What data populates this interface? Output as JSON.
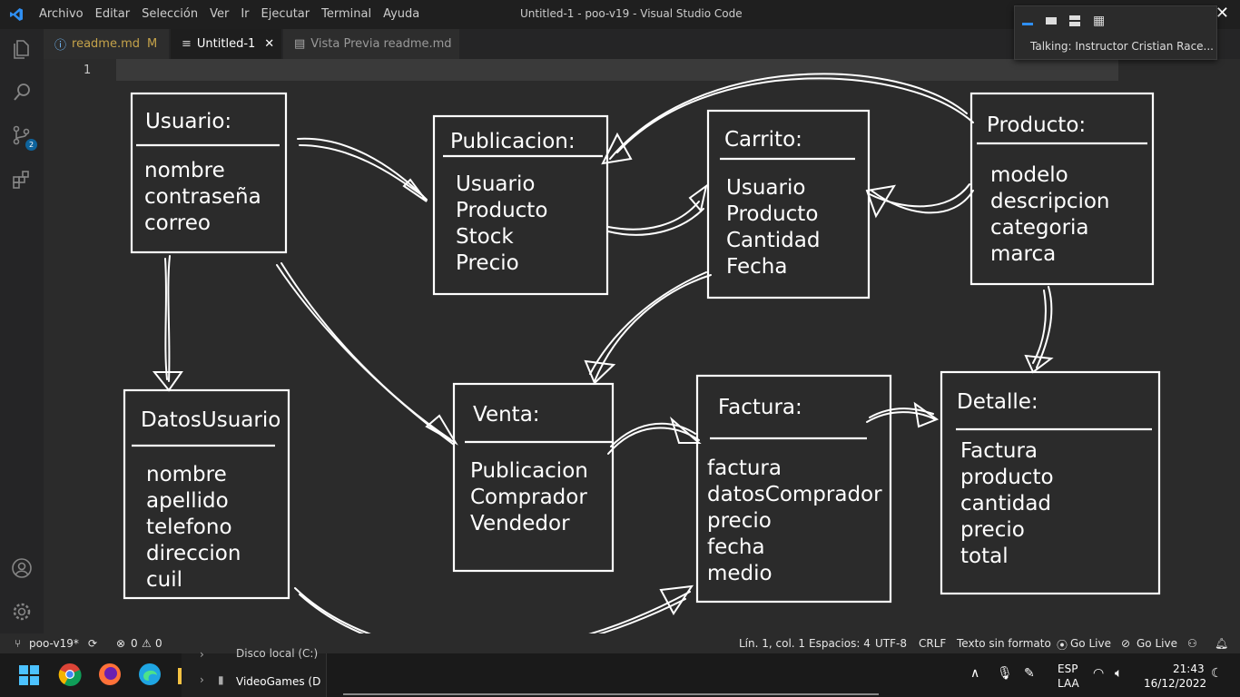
{
  "titlebar": {
    "menu": [
      "Archivo",
      "Editar",
      "Selección",
      "Ver",
      "Ir",
      "Ejecutar",
      "Terminal",
      "Ayuda"
    ],
    "title": "Untitled-1 - poo-v19 - Visual Studio Code"
  },
  "tabs": [
    {
      "label": "readme.md",
      "badge": "M"
    },
    {
      "label": "Untitled-1"
    },
    {
      "label": "Vista Previa readme.md"
    }
  ],
  "editor": {
    "line_number": "1"
  },
  "popup": {
    "text": "Talking: Instructor Cristian Race..."
  },
  "activity": {
    "scm_badge": "2"
  },
  "diagram": {
    "usuario": {
      "title": "Usuario:",
      "fields": [
        "nombre",
        "contraseña",
        "correo"
      ]
    },
    "publicacion": {
      "title": "Publicacion:",
      "fields": [
        "Usuario",
        "Producto",
        "Stock",
        "Precio"
      ]
    },
    "carrito": {
      "title": "Carrito:",
      "fields": [
        "Usuario",
        "Producto",
        "Cantidad",
        "Fecha"
      ]
    },
    "producto": {
      "title": "Producto:",
      "fields": [
        "modelo",
        "descripcion",
        "categoria",
        "marca"
      ]
    },
    "datosusuario": {
      "title": "DatosUsuario",
      "fields": [
        "nombre",
        "apellido",
        "telefono",
        "direccion",
        "cuil"
      ]
    },
    "venta": {
      "title": "Venta:",
      "fields": [
        "Publicacion",
        "Comprador",
        "Vendedor"
      ]
    },
    "factura": {
      "title": "Factura:",
      "fields": [
        "factura",
        "datosComprador",
        "precio",
        "fecha",
        "medio"
      ]
    },
    "detalle": {
      "title": "Detalle:",
      "fields": [
        "Factura",
        "producto",
        "cantidad",
        "precio",
        "total"
      ]
    }
  },
  "statusbar": {
    "branch": "poo-v19*",
    "problems": "0",
    "warnings": "0",
    "position": "Lín. 1, col. 1",
    "spaces": "Espacios: 4",
    "encoding": "UTF-8",
    "eol": "CRLF",
    "language": "Texto sin formato",
    "golive1": "Go Live",
    "golive2": "Go Live"
  },
  "taskbar": {
    "explorer_item1": "Disco local (C:)",
    "explorer_item2": "VideoGames (D",
    "lang": "ESP",
    "lang2": "LAA",
    "time": "21:43",
    "date": "16/12/2022"
  },
  "colors": {
    "accent": "#0078d4",
    "vscode_blue": "#2f8ff2",
    "modified": "#c5a34a"
  }
}
